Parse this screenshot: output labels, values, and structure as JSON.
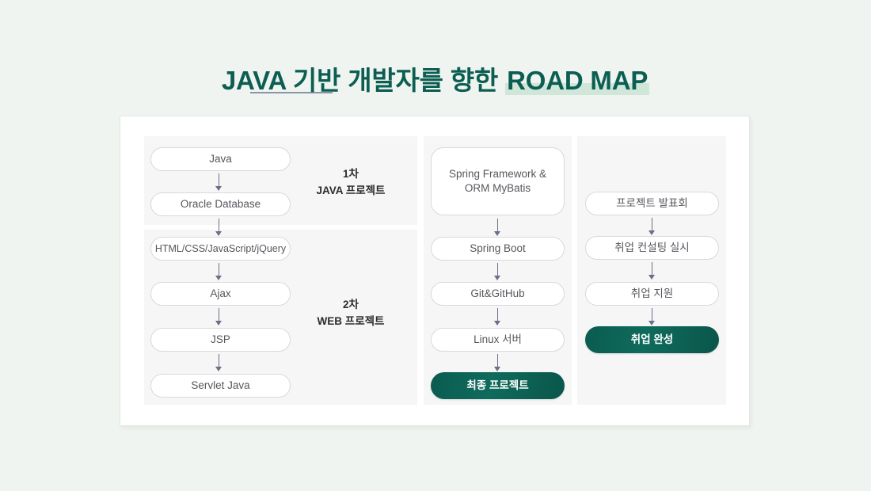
{
  "page": {
    "background_color": "#eff4f0",
    "accent_color": "#0d5e52",
    "highlight_color": "#cfe6d9"
  },
  "header": {
    "title_part1": "JAVA 기반 개발자를 향한 ",
    "title_highlighted": "ROAD MAP",
    "full_title": "JAVA 기반 개발자를 향한 ROAD MAP",
    "decoration_left": "horizontal-rule",
    "decoration_right": "horizontal-rule"
  },
  "roadmap": {
    "columns": [
      {
        "id": "column-1",
        "panels": [
          {
            "id": "panel-1a",
            "stage_label_line1": "1차",
            "stage_label_line2": "JAVA 프로젝트",
            "nodes": [
              {
                "label": "Java",
                "type": "pill"
              },
              {
                "label": "Oracle Database",
                "type": "pill"
              }
            ]
          },
          {
            "id": "panel-1b",
            "stage_label_line1": "2차",
            "stage_label_line2": "WEB 프로젝트",
            "nodes": [
              {
                "label": "HTML/CSS/JavaScript/jQuery",
                "type": "pill"
              },
              {
                "label": "Ajax",
                "type": "pill"
              },
              {
                "label": "JSP",
                "type": "pill"
              },
              {
                "label": "Servlet Java",
                "type": "pill"
              }
            ]
          }
        ]
      },
      {
        "id": "column-2",
        "panels": [
          {
            "id": "panel-2",
            "nodes": [
              {
                "label": "Spring Framework & ORM MyBatis",
                "type": "box-multiline"
              },
              {
                "label": "Spring Boot",
                "type": "pill"
              },
              {
                "label": "Git&GitHub",
                "type": "pill"
              },
              {
                "label": "Linux 서버",
                "type": "pill"
              },
              {
                "label": "최종 프로젝트",
                "type": "pill-final"
              }
            ]
          }
        ]
      },
      {
        "id": "column-3",
        "panels": [
          {
            "id": "panel-3",
            "nodes": [
              {
                "label": "프로젝트 발표회",
                "type": "pill"
              },
              {
                "label": "취업 컨설팅 실시",
                "type": "pill"
              },
              {
                "label": "취업 지원",
                "type": "pill"
              },
              {
                "label": "취업 완성",
                "type": "pill-final"
              }
            ]
          }
        ]
      }
    ]
  }
}
